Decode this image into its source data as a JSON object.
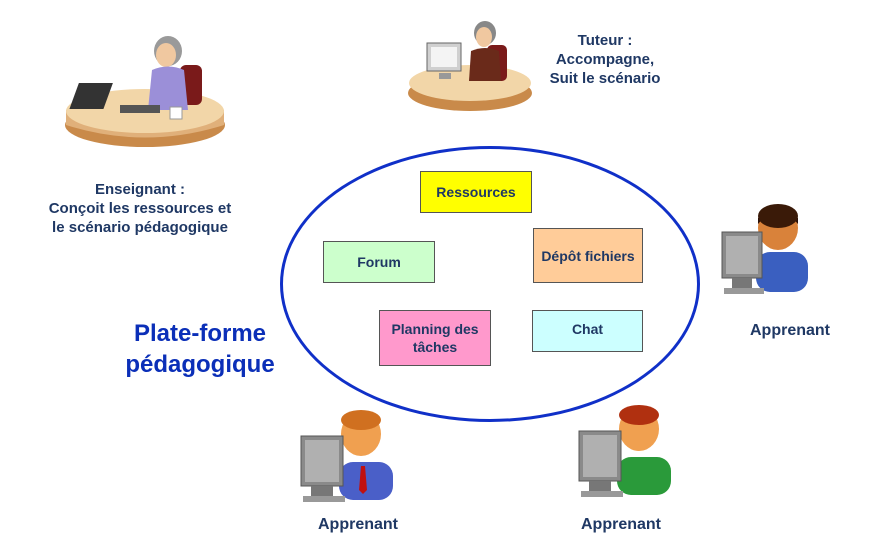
{
  "actors": {
    "teacher": {
      "role": "Enseignant :",
      "line1": "Conçoit les ressources et",
      "line2": "le scénario pédagogique"
    },
    "tutor": {
      "role": "Tuteur :",
      "line1": "Accompagne,",
      "line2": "Suit le scénario"
    },
    "learner_right": {
      "label": "Apprenant"
    },
    "learner_bottom_left": {
      "label": "Apprenant"
    },
    "learner_bottom_right": {
      "label": "Apprenant"
    }
  },
  "platform": {
    "line1": "Plate-forme",
    "line2": "pédagogique"
  },
  "tools": [
    {
      "label": "Ressources",
      "color": "#ffff00"
    },
    {
      "label": "Forum",
      "color": "#ccffcc"
    },
    {
      "label": "Dépôt fichiers",
      "color": "#ffcc99"
    },
    {
      "label": "Planning des tâches",
      "color": "#ff99cc"
    },
    {
      "label": "Chat",
      "color": "#ccffff"
    }
  ],
  "colors": {
    "ellipse": "#1030c8",
    "platform_text": "#0b2fb8",
    "caption_text": "#1f3864"
  },
  "icons": [
    "teacher-at-laptop-icon",
    "tutor-at-computer-icon",
    "learner-at-computer-icon"
  ]
}
